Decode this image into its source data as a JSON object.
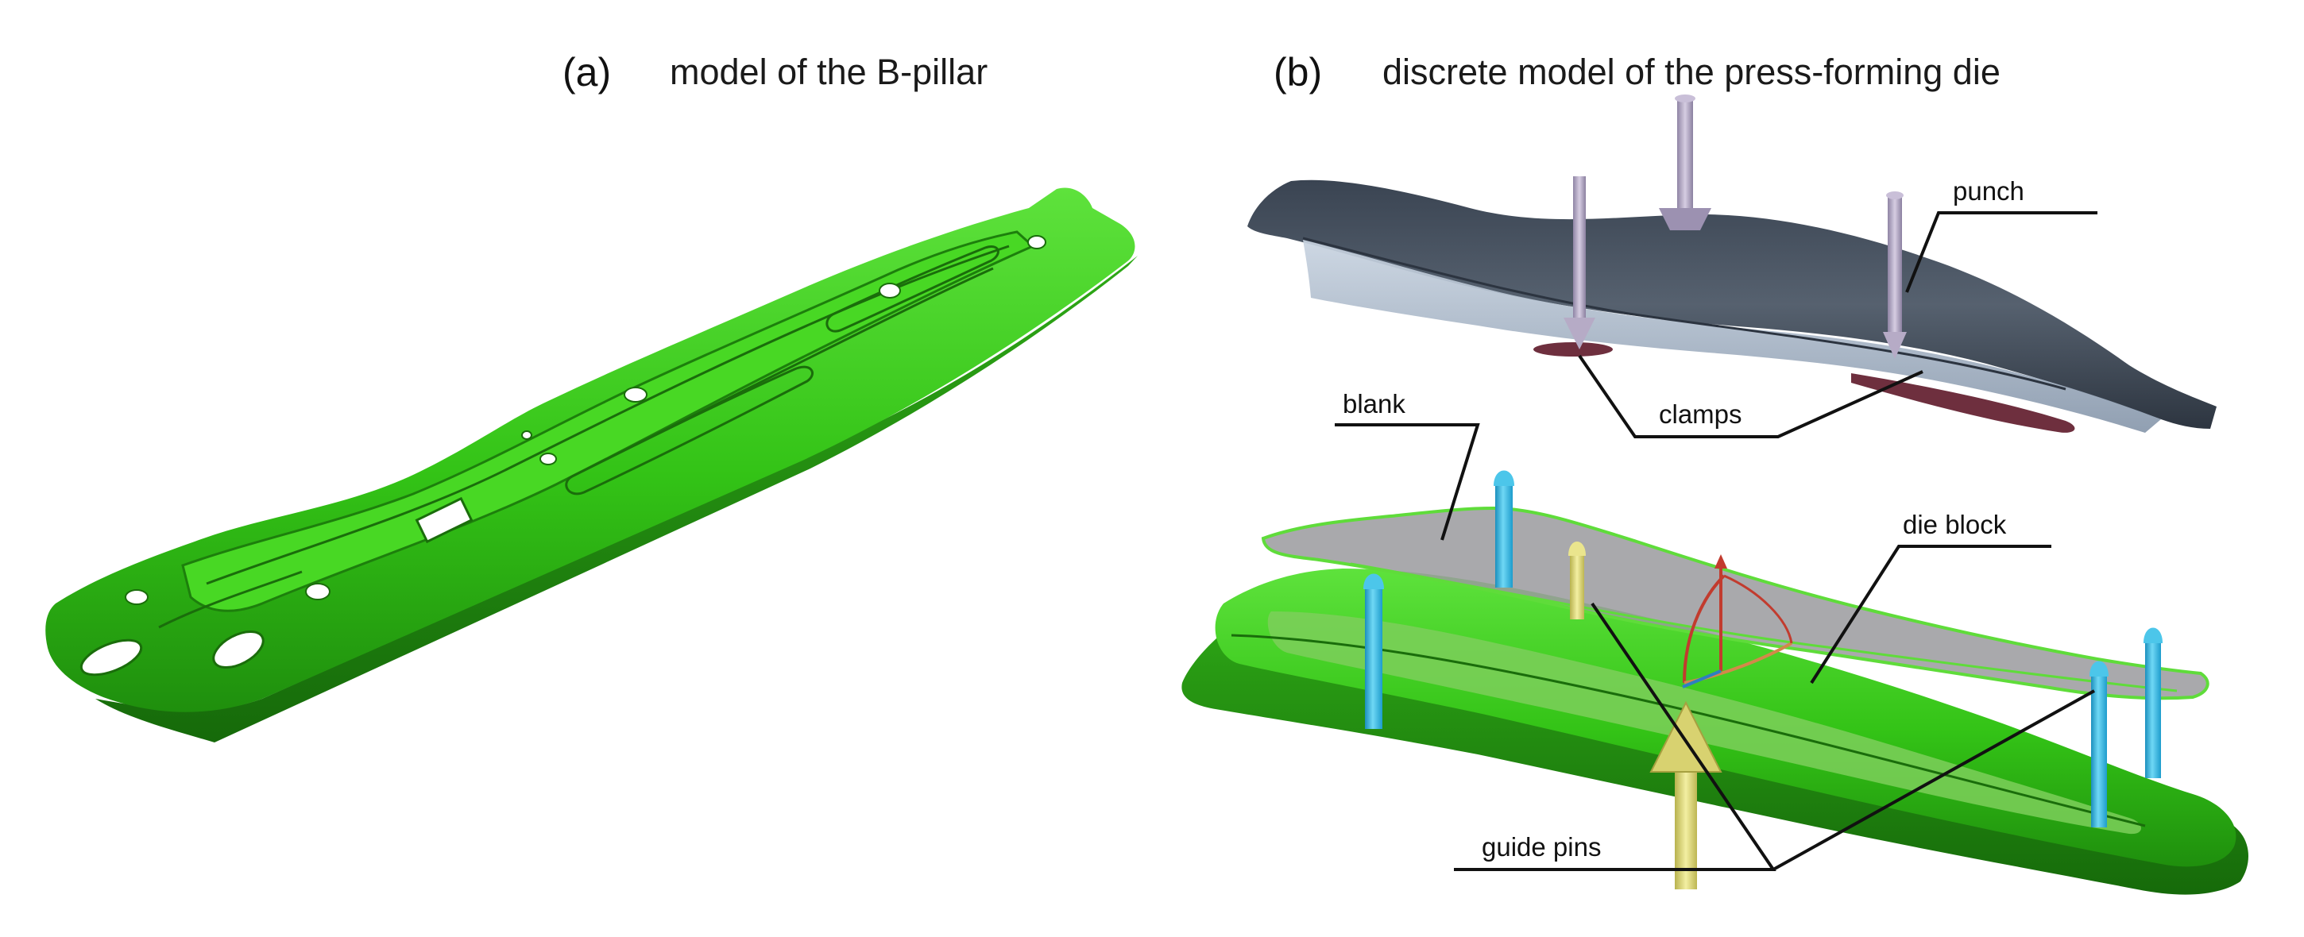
{
  "panels": [
    {
      "letter": "(a)",
      "title": "model of the B-pillar"
    },
    {
      "letter": "(b)",
      "title": "discrete model of the press-forming die"
    }
  ],
  "callouts": {
    "punch": "punch",
    "clamps": "clamps",
    "blank": "blank",
    "die_block": "die block",
    "guide_pins": "guide pins"
  },
  "colors": {
    "part_green": "#3ac81c",
    "punch_gray": "#4a5563",
    "blank_gray": "#9a9a9e",
    "guide_pin_blue": "#2fb6de",
    "guide_pin_yellow": "#e3df7a",
    "clamp_maroon": "#6e2f3e"
  }
}
